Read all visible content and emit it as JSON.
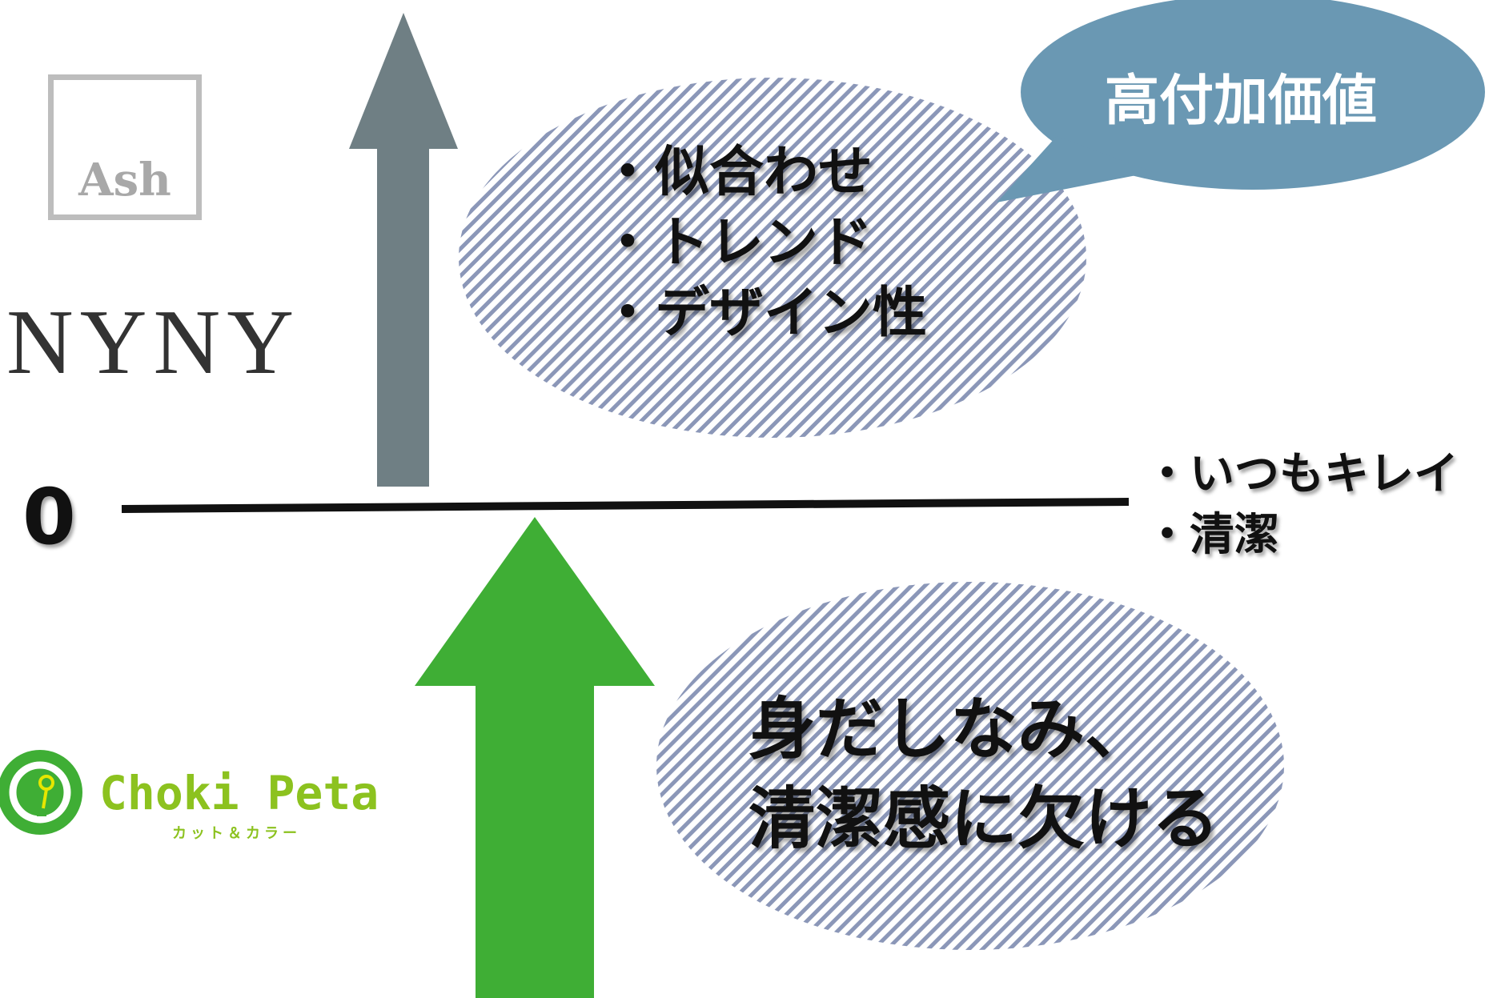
{
  "logos": {
    "ash": "Ash",
    "nyny": "NYNY",
    "choki_peta": "Choki Peta",
    "choki_peta_sub": "カット＆カラー"
  },
  "baseline": {
    "zero_label": "0"
  },
  "upper_bubble": {
    "lines": [
      "・似合わせ",
      "・トレンド",
      "・デザイン性"
    ]
  },
  "callout": {
    "label": "高付加価値"
  },
  "right_note": {
    "lines": [
      "・いつもキレイ",
      "・清潔"
    ]
  },
  "lower_bubble": {
    "lines": [
      "身だしなみ、",
      "清潔感に欠ける"
    ]
  },
  "colors": {
    "upper_arrow": "#6f7f84",
    "lower_arrow": "#3fae35",
    "callout": "#6a98b3",
    "hatch": "#8b97b8",
    "brand_green": "#8cc21f",
    "circle_green": "#3fae35"
  }
}
